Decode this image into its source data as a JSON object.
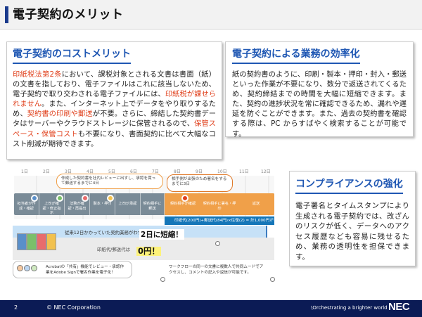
{
  "slide": {
    "title": "電子契約のメリット",
    "page_number": "2",
    "copyright": "© NEC Corporation",
    "tagline": "\\Orchestrating a brighter world",
    "logo": "NEC"
  },
  "cost_panel": {
    "heading": "電子契約のコストメリット",
    "p1_hl": "印紙税法第2条",
    "p1_a": "において、課税対象とされる文書は書面（紙）の文書を指しており、電子ファイルはこれに該当しないため、電子契約で取り交わされる電子ファイルには、",
    "p1_hl2": "印紙税が課せられません",
    "p1_b": "。また、インターネット上でデータをやり取りするため、",
    "p1_hl3": "契約書の印刷や郵送",
    "p1_c": "が不要。さらに、締結した契約書データはサーバーやクラウドストレージに保管されるので、",
    "p1_hl4": "保管スペース・保管コスト",
    "p1_d": "も不要になり、書面契約に比べて大幅なコスト削減が期待できます。"
  },
  "efficiency_panel": {
    "heading": "電子契約による業務の効率化",
    "body": "紙の契約書のように、印刷・製本・押印・封入・郵送といった作業が不要になり、数分で返送されてくるため、契約締結までの時間を大幅に短縮できます。また、契約の進捗状況を常に確認できるため、漏れや遅延を防ぐことができます。また、過去の契約書を確認する際は、PC からすばやく検索することが可能です。"
  },
  "compliance_panel": {
    "heading": "コンプライアンスの強化",
    "body": "電子署名とタイムスタンプにより生成される電子契約では、改ざんのリスクが低く、データへのアクセス履歴なども容易に残せるため、業務の透明性を担保できます。"
  },
  "timeline": {
    "days": [
      "1日",
      "2日",
      "3日",
      "4日",
      "5日",
      "6日",
      "7日",
      "8日",
      "9日",
      "10日",
      "11日",
      "12日"
    ],
    "callout_review": "作成した契約書を社内レビューに出すし、承認を貰って郵送するまでに4日",
    "callout_deliver": "相手側が出張のため署名をするまでに3日",
    "steps_gray": [
      "担当者が作成・確認",
      "上司が確認・修正指示",
      "法務が確認・再提出",
      "製本・押印",
      "上司が承認",
      "契約相手に郵送"
    ],
    "steps_orange": [
      "契約相手が確認",
      "契約相手に署名・押印",
      "返送"
    ],
    "seal_text": "印紙代(200円)+郵送代(84円)×往復(2) = 計1,000円が発生",
    "compare_before": "従来12日かかっていた契約業務がわずか",
    "compare_after": "2日に短縮！",
    "cost_label": "印紙代/郵送代は",
    "cost_zero": "0円！",
    "note_left": "Acrobatの「共有」機能でレビュー・承認作業をAdobe Signで署名作業を電子化！",
    "note_right": "ワークフローの同一の文書に複数人で共同ムードでアクセスし、コメントの記入や返信が可能です。"
  },
  "colors": {
    "accent_blue": "#1f57b3",
    "highlight_red": "#e0401c",
    "footer_navy": "#0b1b55",
    "step_gray": "#7a8b97",
    "step_orange": "#f0a049",
    "seal_blue": "#1576b8"
  }
}
